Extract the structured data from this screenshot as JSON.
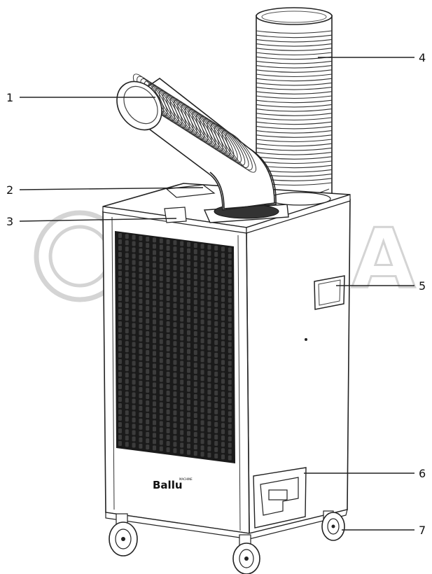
{
  "brand": {
    "name": "Ballu",
    "tagline": "MACHINE"
  },
  "watermark": {
    "text": "ONDA"
  },
  "callouts": [
    {
      "number": "1",
      "target": "nozzle-hose"
    },
    {
      "number": "2",
      "target": "top-panel-edge"
    },
    {
      "number": "3",
      "target": "top-cover-lid"
    },
    {
      "number": "4",
      "target": "exhaust-duct"
    },
    {
      "number": "5",
      "target": "side-handle"
    },
    {
      "number": "6",
      "target": "condensate-drain-hatch"
    },
    {
      "number": "7",
      "target": "caster-wheel"
    }
  ],
  "colors": {
    "outline": "#222222",
    "grille": "#1a1a1a",
    "watermark": "#d4d4d4",
    "background": "#ffffff"
  }
}
